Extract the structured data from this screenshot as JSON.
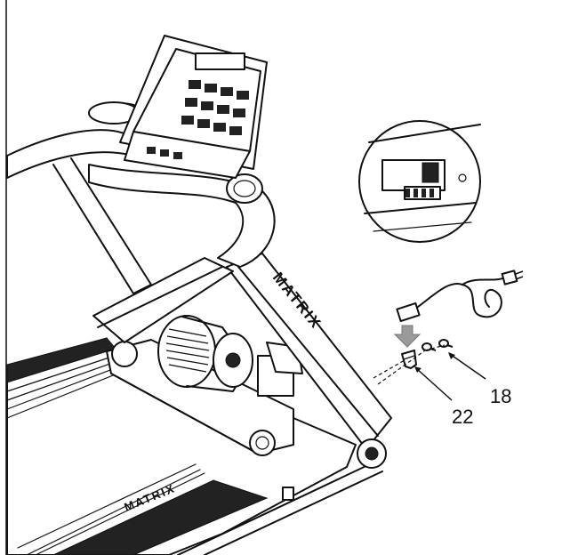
{
  "diagram": {
    "brand_upright": "MATRIX",
    "brand_deck": "MATRIX",
    "callouts": [
      {
        "id": "screw",
        "label": "18"
      },
      {
        "id": "clip",
        "label": "22"
      }
    ]
  },
  "colors": {
    "line": "#111111",
    "arrow_fill": "#9a9a9a",
    "background": "#ffffff"
  },
  "icons": [
    "down-arrow-icon",
    "power-cord-icon"
  ]
}
